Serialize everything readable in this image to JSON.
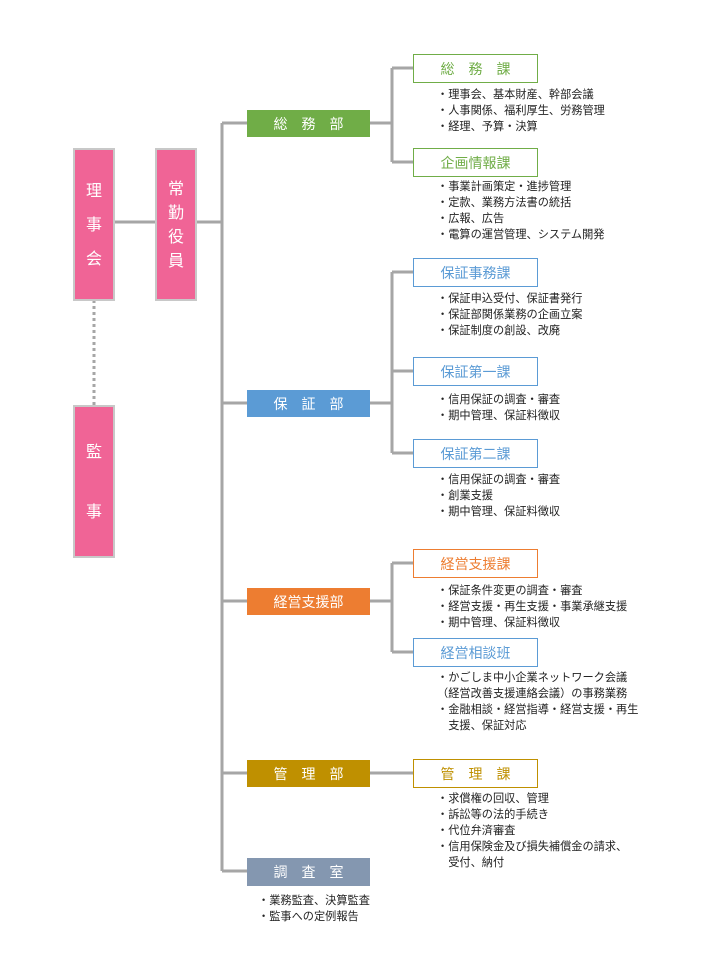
{
  "governance": {
    "board": [
      "理",
      "事",
      "会"
    ],
    "auditor": [
      "監",
      "事"
    ],
    "executives": [
      "常",
      "勤",
      "役",
      "員"
    ]
  },
  "departments": [
    {
      "id": "somu",
      "label": "総　務　部",
      "color": "#70ad47"
    },
    {
      "id": "hosho",
      "label": "保　証　部",
      "color": "#5b9bd5"
    },
    {
      "id": "keiei",
      "label": "経営支援部",
      "color": "#ed7d31"
    },
    {
      "id": "kanri",
      "label": "管　理　部",
      "color": "#bf9000"
    },
    {
      "id": "chosa",
      "label": "調　査　室",
      "color": "#8497b0"
    }
  ],
  "sections": [
    {
      "dept": "somu",
      "label": "総　務　課",
      "color": "#70ad47",
      "duties": [
        "・理事会、基本財産、幹部会議",
        "・人事関係、福利厚生、労務管理",
        "・経理、予算・決算"
      ]
    },
    {
      "dept": "somu",
      "label": "企画情報課",
      "color": "#70ad47",
      "duties": [
        "・事業計画策定・進捗管理",
        "・定款、業務方法書の統括",
        "・広報、広告",
        "・電算の運営管理、システム開発"
      ]
    },
    {
      "dept": "hosho",
      "label": "保証事務課",
      "color": "#5b9bd5",
      "duties": [
        "・保証申込受付、保証書発行",
        "・保証部関係業務の企画立案",
        "・保証制度の創設、改廃"
      ]
    },
    {
      "dept": "hosho",
      "label": "保証第一課",
      "color": "#5b9bd5",
      "duties": [
        "・信用保証の調査・審査",
        "・期中管理、保証料徴収"
      ]
    },
    {
      "dept": "hosho",
      "label": "保証第二課",
      "color": "#5b9bd5",
      "duties": [
        "・信用保証の調査・審査",
        "・創業支援",
        "・期中管理、保証料徴収"
      ]
    },
    {
      "dept": "keiei",
      "label": "経営支援課",
      "color": "#ed7d31",
      "duties": [
        "・保証条件変更の調査・審査",
        "・経営支援・再生支援・事業承継支援",
        "・期中管理、保証料徴収"
      ]
    },
    {
      "dept": "keiei",
      "label": "経営相談班",
      "color": "#5b9bd5",
      "duties": [
        "・かごしま中小企業ネットワーク会議",
        "（経営改善支援連絡会議）の事務業務",
        "・金融相談・経営指導・経営支援・再生",
        "　支援、保証対応"
      ]
    },
    {
      "dept": "kanri",
      "label": "管　理　課",
      "color": "#bf9000",
      "duties": [
        "・求償権の回収、管理",
        "・訴訟等の法的手続き",
        "・代位弁済審査",
        "・信用保険金及び損失補償金の請求、",
        "　受付、納付"
      ]
    }
  ],
  "chosa_duties": [
    "・業務監査、決算監査",
    "・監事への定例報告"
  ]
}
